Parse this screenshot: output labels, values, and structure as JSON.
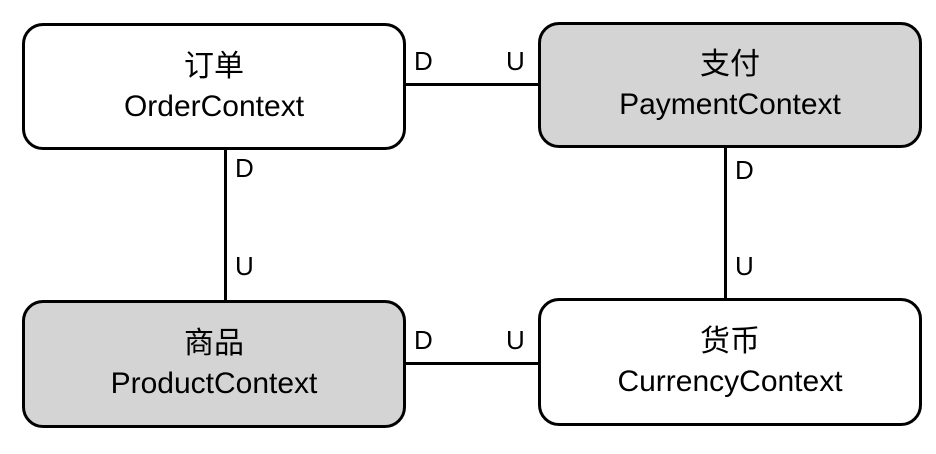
{
  "nodes": {
    "order": {
      "zh": "订单",
      "en": "OrderContext"
    },
    "payment": {
      "zh": "支付",
      "en": "PaymentContext"
    },
    "product": {
      "zh": "商品",
      "en": "ProductContext"
    },
    "currency": {
      "zh": "货币",
      "en": "CurrencyContext"
    }
  },
  "edges": {
    "order_payment": {
      "d": "D",
      "u": "U"
    },
    "order_product": {
      "d": "D",
      "u": "U"
    },
    "payment_currency": {
      "d": "D",
      "u": "U"
    },
    "product_currency": {
      "d": "D",
      "u": "U"
    }
  },
  "colors": {
    "node_fill_gray": "#d4d4d4",
    "node_fill_white": "#ffffff",
    "border": "#000000",
    "background": "#ffffff"
  }
}
